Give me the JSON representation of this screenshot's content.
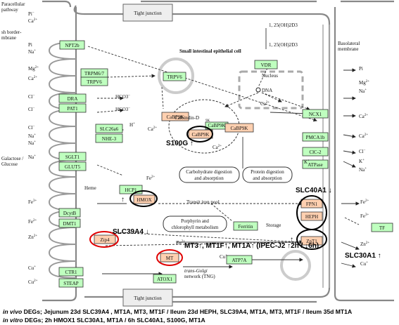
{
  "cell_title": "Small intestinal epithelial cell",
  "junctions": {
    "top": "Tight junction",
    "bottom": "Tight junction"
  },
  "regions": {
    "paracellular": [
      "Paracellular",
      "pathway"
    ],
    "brush": [
      "sh border-",
      "mbrane"
    ],
    "basolateral": [
      "Basolateral",
      "membrane"
    ],
    "nucleus": "Nucleus",
    "dna": "DNA",
    "calbindin": "Calbindin-D",
    "calbindin_sub": "9K",
    "carb": [
      "Carbohydrate digestion",
      "and absorption"
    ],
    "protein": [
      "Protein digestion",
      "and absorption"
    ],
    "porphyrin": [
      "Porphyrin and",
      "chlorophyll metabolism"
    ],
    "pool": "Transit iron pool",
    "storage": "Storage",
    "trans_golgi": [
      "trans-Golgi",
      "network (TNG)"
    ],
    "vitd_top": "1, 25(OH)2D3",
    "vitd_mid": "1, 25(OH)2D3",
    "heme": "Heme",
    "galactose": [
      "Galactose /",
      "Glucose"
    ]
  },
  "genes": {
    "npt2b": "NPT2b",
    "trpm67": "TRPM6/7",
    "trpv6a": "TRPV6",
    "trpv6b": "TRPV6",
    "vdr": "VDR",
    "dra": "DRA",
    "pat1": "PAT1",
    "cabp9k_a": "CaBP9K",
    "cabp9k_b": "CaBP9K",
    "cabp9k_c": "CaBP9K",
    "cabp9k_d": "CaBP9K",
    "ncx1": "NCX1",
    "pmca1b": "PMCA1b",
    "slc26a6": "SLC26a6",
    "nhe3": "NHE-3",
    "sglt1": "SGLT1",
    "glut5": "GLUT5",
    "clc2": "ClC-2",
    "atpase": "ATPase",
    "hcp1": "HCP1",
    "hmox": "HMOX",
    "dcytb": "DcytB",
    "dmt1": "DMT1",
    "ferritin": "Ferritin",
    "ffn1": "FPN1",
    "heph": "HEPH",
    "tf": "TF",
    "zip4": "Zip4",
    "mt": "MT",
    "znt1": "ZnT1",
    "ctr1": "CTR1",
    "steap": "STEAP",
    "atox1": "ATOX1",
    "atp7a": "ATP7A"
  },
  "ions": {
    "pi_para": "Pi",
    "ca_para": "Ca",
    "pi_l": "Pi",
    "na_l": "Na",
    "mg_l": "Mg",
    "ca_trpv6": "Ca",
    "hco3_a": "HCO3",
    "hco3_b": "HCO3",
    "cl_a": "Cl",
    "cl_b": "Cl",
    "cl_c": "Cl",
    "hp": "H",
    "na_mid": "Na",
    "na_mid2": "Na",
    "na_sglt": "Na",
    "ca_calb": "Ca",
    "ca_s100": "Ca",
    "ca_calb2": "Ca",
    "pi_r": "Pi",
    "mg_r": "Mg",
    "na_r1": "Na",
    "ca_r1": "Ca",
    "ca_r2": "Ca",
    "cl_r": "Cl",
    "k_r": "K",
    "na_r2": "Na",
    "k_r2": "K",
    "fe3_l": "Fe",
    "fe2_l": "Fe",
    "fe2_top": "Fe",
    "fe2_r": "Fe",
    "fe3_r": "Fe",
    "zn_l": "Zn",
    "zn_mt": "Zn",
    "zn_r": "Zn",
    "cu_l": "Cu",
    "cu2_l": "Cu",
    "cu_r": "Cu",
    "cu_atp": "Cu"
  },
  "annotations": {
    "s100g": "S100G ↑",
    "slc40a1": "SLC40A1 ↓",
    "slc39a4": "SLC39A4 ↓",
    "mt_line": "MT3↑, MT1F↑, MT1A↑ (IPEC-J2 ↑2h / ↓6h)",
    "slc30a1": "SLC30A1 ↑",
    "heph_arrow": "↑",
    "hmox_arrow": "↑"
  },
  "footer": {
    "line1_label": "in vivo",
    "line1_text": " DEGs; Jejunum 23d SLC39A4 , MT1A, MT3, MT1F / Ileum 23d HEPH, SLC39A4, MT1A, MT3, MT1F / Ileum 35d MT1A",
    "line2_label": "in vitro",
    "line2_text": " DEGs; 2h HMOX1 SLC30A1, MT1A / 6h SLC40A1, S100G, MT1A"
  },
  "colors": {
    "gene_fill": "#bfffbf",
    "highlight": "#e00000",
    "membrane": "#888888"
  }
}
